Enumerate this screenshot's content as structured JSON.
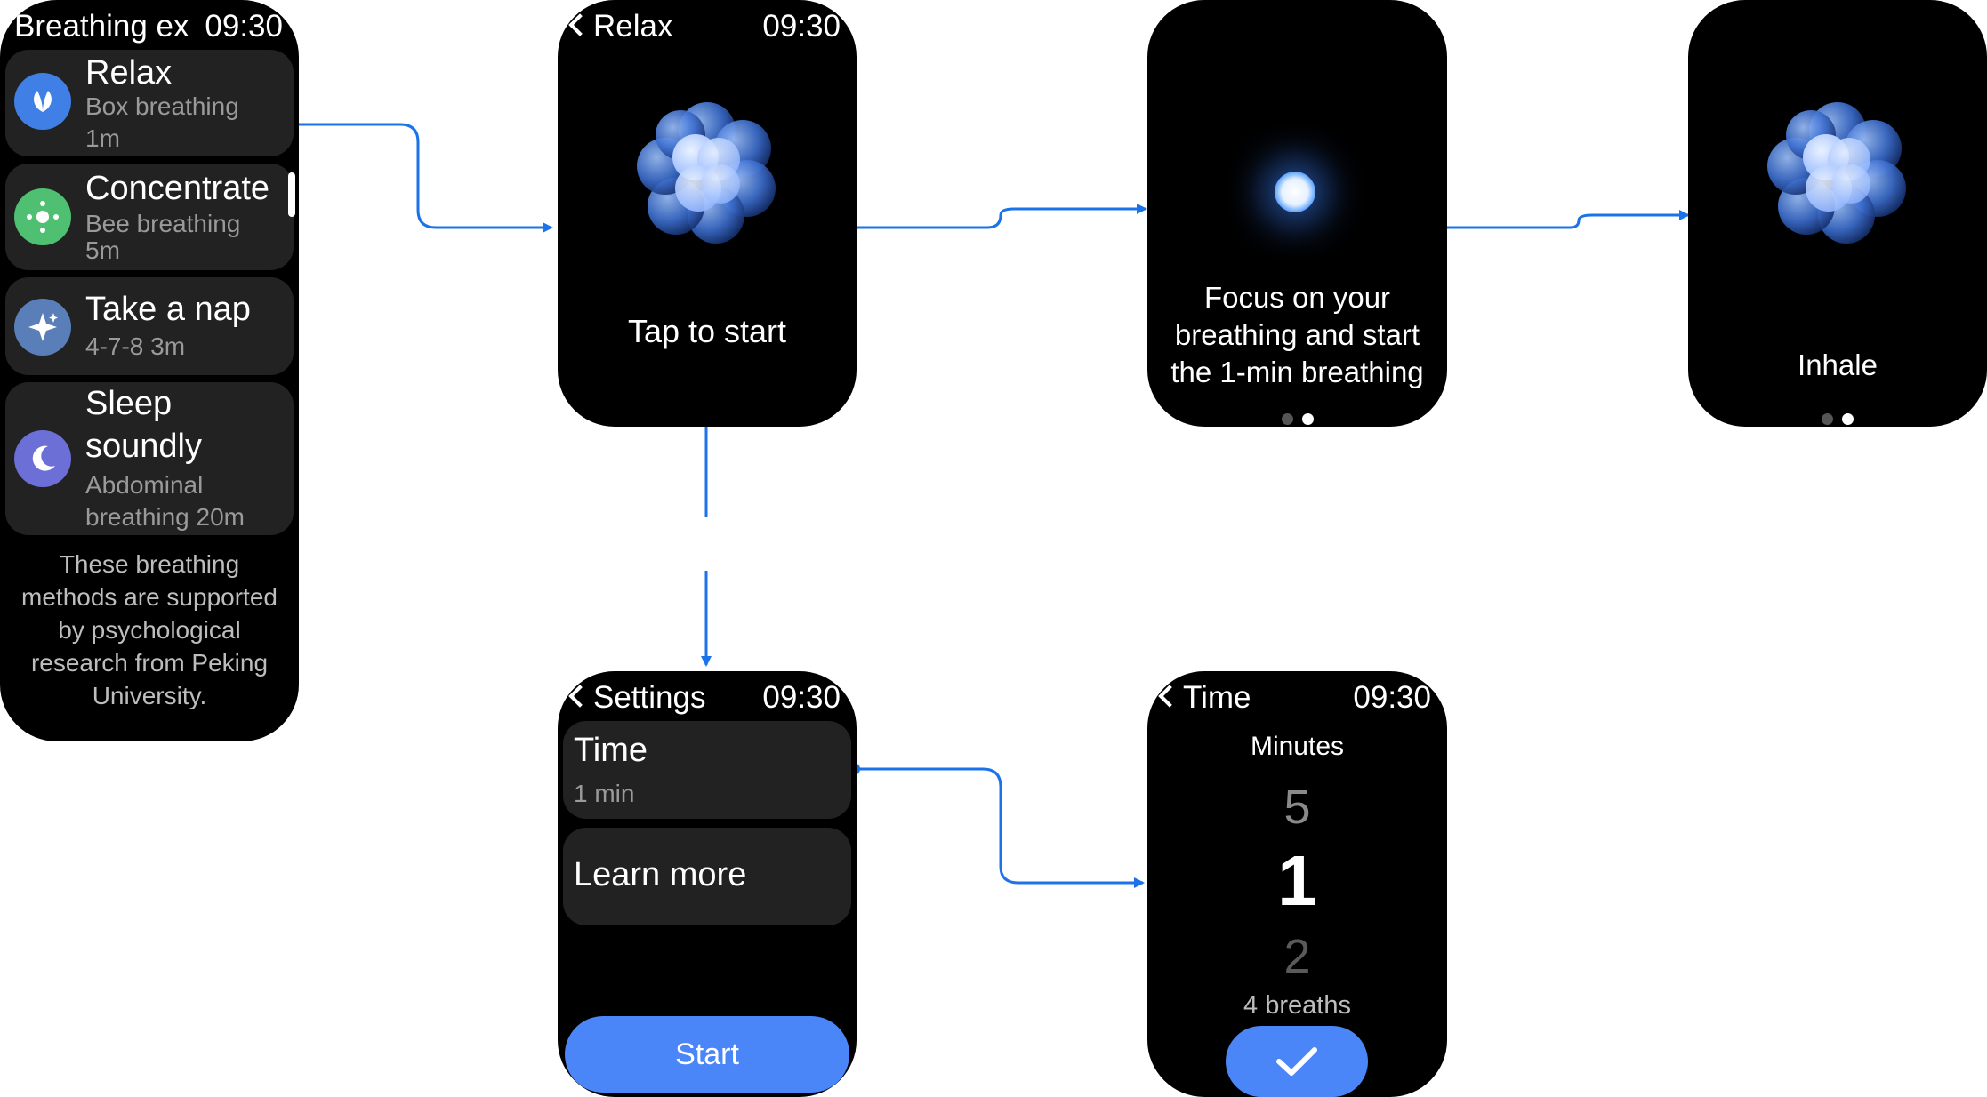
{
  "list_screen": {
    "title": "Breathing ex",
    "time": "09:30",
    "items": [
      {
        "title": "Relax",
        "subtitle_line1": "Box breathing",
        "subtitle_line2": "1m",
        "icon": "leaf-icon",
        "color": "#3f7fe6"
      },
      {
        "title": "Concentrate",
        "subtitle_line1": "Bee breathing",
        "subtitle_line2": "5m",
        "icon": "focus-icon",
        "color": "#4fbf72"
      },
      {
        "title": "Take a nap",
        "subtitle_line1": "4-7-8 3m",
        "icon": "sparkle-icon",
        "color": "#5a7fb8"
      },
      {
        "title_line1": "Sleep",
        "title_line2": "soundly",
        "subtitle_line1": "Abdominal",
        "subtitle_line2": "breathing 20m",
        "icon": "moon-icon",
        "color": "#6b6fd6"
      }
    ],
    "footnote": [
      "These breathing",
      "methods are supported",
      "by psychological",
      "research from Peking",
      "University."
    ]
  },
  "relax_screen": {
    "title": "Relax",
    "time": "09:30",
    "prompt": "Tap to start"
  },
  "focus_screen": {
    "lines": [
      "Focus on your",
      "breathing and start",
      "the 1-min breathing"
    ]
  },
  "inhale_screen": {
    "label": "Inhale"
  },
  "settings_screen": {
    "title": "Settings",
    "time": "09:30",
    "time_item": {
      "title": "Time",
      "value": "1 min"
    },
    "learn_more": "Learn more",
    "start_button": "Start"
  },
  "time_screen": {
    "title": "Time",
    "time": "09:30",
    "header": "Minutes",
    "above": "5",
    "selected": "1",
    "below": "2",
    "breaths": "4 breaths"
  },
  "colors": {
    "accent": "#4a86f7",
    "connector": "#1a73e8",
    "card": "#222222"
  }
}
